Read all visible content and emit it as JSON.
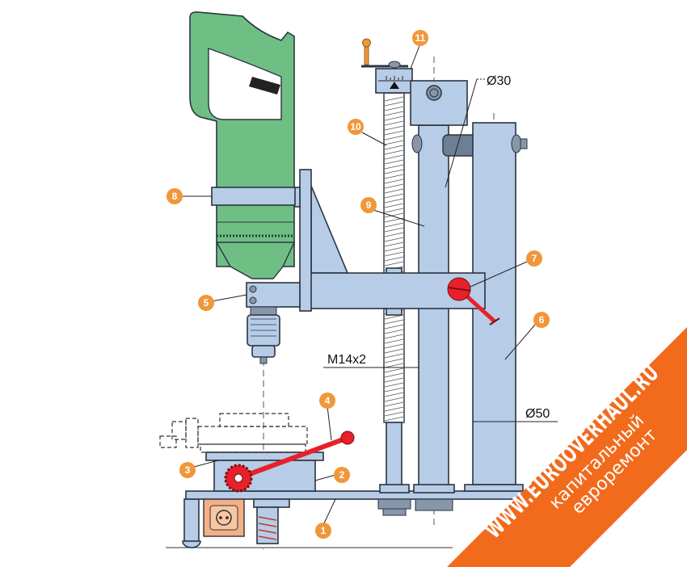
{
  "diagram": {
    "title_hidden": null,
    "callouts": [
      "1",
      "2",
      "3",
      "4",
      "5",
      "6",
      "7",
      "8",
      "9",
      "10",
      "11"
    ],
    "dimensions": {
      "column_small": "Ø30",
      "column_large": "Ø50",
      "screw": "M14x2"
    },
    "watermark": {
      "site": "WWW.EUROOVERHAUL.RU",
      "line1": "капитальный",
      "line2": "евроремонт"
    },
    "colors": {
      "steel": "#b7cce6",
      "drill": "#6fbf85",
      "badge": "#f0973a",
      "lever": "#e8202a",
      "banner": "#f26a1b"
    }
  }
}
